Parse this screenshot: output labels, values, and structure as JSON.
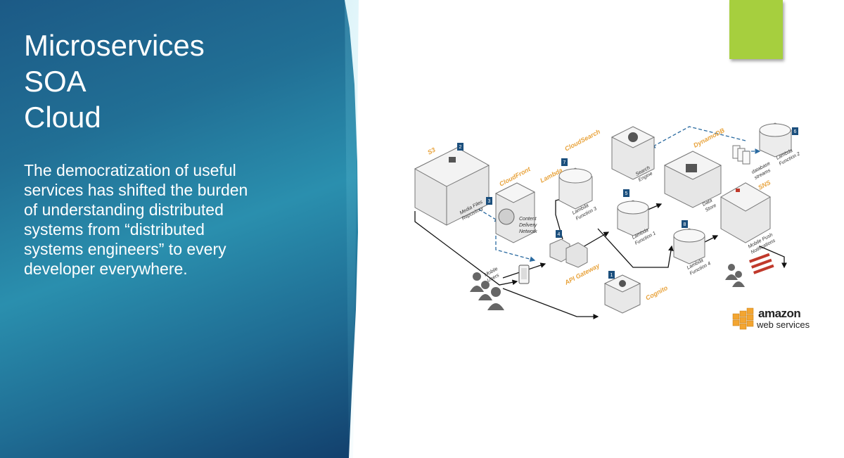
{
  "slide": {
    "title_lines": [
      "Microservices",
      "SOA",
      "Cloud"
    ],
    "body_lines": [
      "The democratization of useful",
      "services has shifted the burden",
      "of understanding distributed",
      "systems from “distributed",
      "systems engineers” to every",
      "developer everywhere."
    ],
    "accent_color": "#a6cf3e",
    "panel_color": "#216f95"
  },
  "diagram": {
    "services": {
      "s3": "S3",
      "cloudfront": "CloudFront",
      "lambda": "Lambda",
      "cloudsearch": "CloudSearch",
      "dynamodb": "DynamoDB",
      "sns": "SNS",
      "api_gateway": "API Gateway",
      "cognito": "Cognito"
    },
    "labels": {
      "media_files": "Media Files",
      "repository": "Repository",
      "content": "Content",
      "delivery": "Delivery",
      "network": "Network",
      "lambda_fn3_a": "Lambda",
      "lambda_fn3_b": "Function 3",
      "search": "Search",
      "engine": "Engine",
      "data": "Data",
      "store": "Store",
      "lambda_fn2_a": "Lambda",
      "lambda_fn2_b": "Function 2",
      "database": "database",
      "streams": "streams",
      "lambda_fn1_a": "Lambda",
      "lambda_fn1_b": "Function 1",
      "lambda_fn4_a": "Lambda",
      "lambda_fn4_b": "Function 4",
      "mobile_push": "Mobile Push",
      "notifications": "Notifications",
      "mobile": "Mobile",
      "users": "Users"
    },
    "steps": [
      "1",
      "2",
      "3",
      "4",
      "5",
      "6",
      "7",
      "8"
    ]
  },
  "logo": {
    "line1": "amazon",
    "line2": "web services"
  }
}
